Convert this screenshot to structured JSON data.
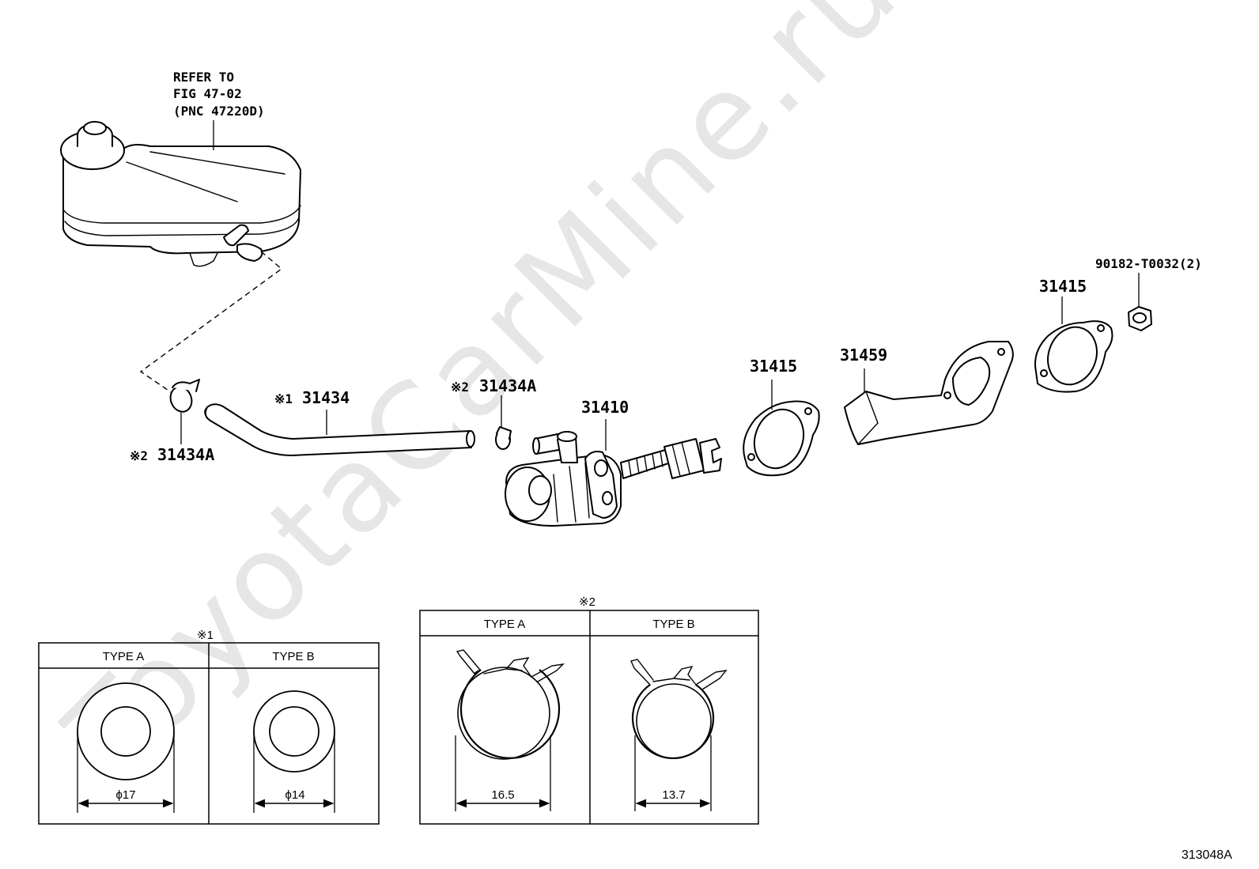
{
  "watermark": "ToyotaCarMine.ru",
  "figure_code": "313048A",
  "reference": {
    "line1": "REFER TO",
    "line2": "FIG 47-02",
    "line3": "(PNC 47220D)"
  },
  "callouts": {
    "hose": {
      "mark": "※1",
      "number": "31434"
    },
    "clip_left": {
      "mark": "※2",
      "number": "31434A"
    },
    "clip_right": {
      "mark": "※2",
      "number": "31434A"
    },
    "master_cylinder": {
      "number": "31410"
    },
    "gasket_left": {
      "number": "31415"
    },
    "bracket": {
      "number": "31459"
    },
    "gasket_right": {
      "number": "31415"
    },
    "nut": {
      "number": "90182-T0032(2)"
    }
  },
  "table1": {
    "mark": "※1",
    "type_a": {
      "label": "TYPE A",
      "dimension": "ϕ17"
    },
    "type_b": {
      "label": "TYPE B",
      "dimension": "ϕ14"
    }
  },
  "table2": {
    "mark": "※2",
    "type_a": {
      "label": "TYPE A",
      "dimension": "16.5"
    },
    "type_b": {
      "label": "TYPE B",
      "dimension": "13.7"
    }
  }
}
